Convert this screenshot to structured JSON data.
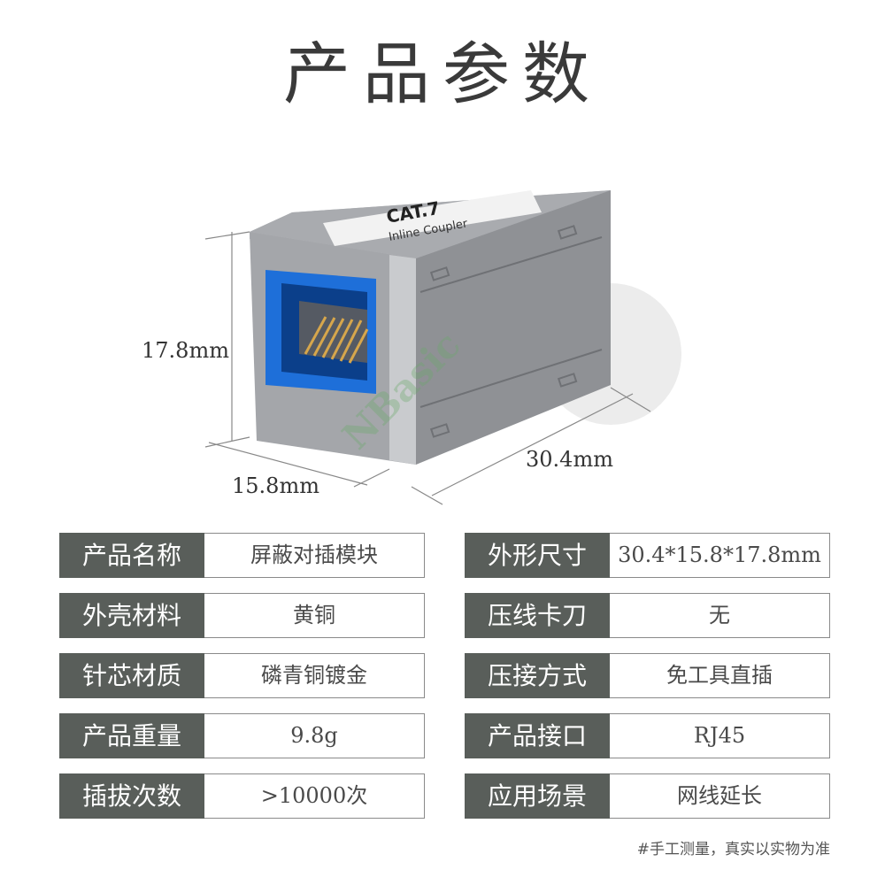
{
  "title": "产品参数",
  "product_image": {
    "label_line1": "CAT.7",
    "label_line2": "Inline Coupler",
    "watermark": "NBasic",
    "colors": {
      "body": "#8e9094",
      "port": "#1e6fd9",
      "label_bg": "#f2f2f2"
    }
  },
  "dimensions": {
    "height": "17.8mm",
    "width": "15.8mm",
    "length": "30.4mm"
  },
  "specs_left": [
    {
      "label": "产品名称",
      "value": "屏蔽对插模块"
    },
    {
      "label": "外壳材料",
      "value": "黄铜"
    },
    {
      "label": "针芯材质",
      "value": "磷青铜镀金"
    },
    {
      "label": "产品重量",
      "value": "9.8g"
    },
    {
      "label": "插拔次数",
      "value": ">10000次"
    }
  ],
  "specs_right": [
    {
      "label": "外形尺寸",
      "value": "30.4*15.8*17.8mm"
    },
    {
      "label": "压线卡刀",
      "value": "无"
    },
    {
      "label": "压接方式",
      "value": "免工具直插"
    },
    {
      "label": "产品接口",
      "value": "RJ45"
    },
    {
      "label": "应用场景",
      "value": "网线延长"
    }
  ],
  "footnote": "#手工测量，真实以实物为准"
}
